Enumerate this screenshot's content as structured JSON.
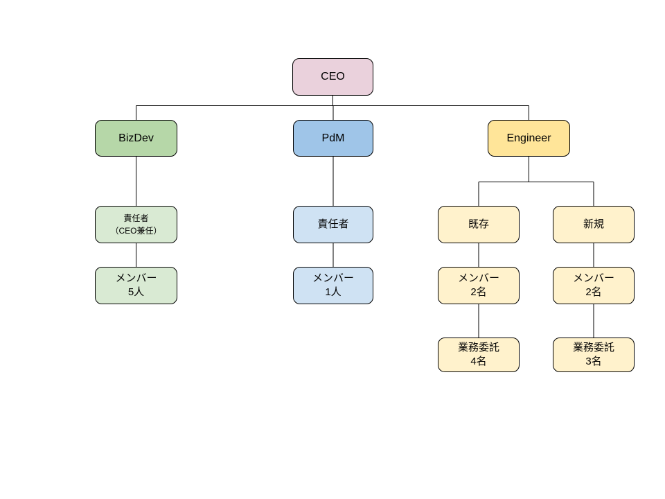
{
  "slide": {
    "background": "#ffffff"
  },
  "diagram": {
    "type": "org-chart",
    "colors": {
      "ceo_pink": "#ead1dc",
      "bizdev_green": "#b6d7a8",
      "pdm_blue": "#9fc5e8",
      "engineer_yellow": "#ffe599",
      "bizdev_sub_green": "#d9ead3",
      "pdm_sub_blue": "#cfe2f3",
      "engineer_sub_yellow": "#fff2cc",
      "border": "#000000",
      "line": "#000000"
    },
    "nodes": {
      "ceo": {
        "label": "CEO",
        "fill": "#ead1dc"
      },
      "bizdev": {
        "label": "BizDev",
        "fill": "#b6d7a8"
      },
      "pdm": {
        "label": "PdM",
        "fill": "#9fc5e8"
      },
      "engineer": {
        "label": "Engineer",
        "fill": "#ffe599"
      },
      "bizdev_lead": {
        "label": "責任者\n（CEO兼任）",
        "fill": "#d9ead3"
      },
      "bizdev_members": {
        "label": "メンバー\n5人",
        "fill": "#d9ead3"
      },
      "pdm_lead": {
        "label": "責任者",
        "fill": "#cfe2f3"
      },
      "pdm_members": {
        "label": "メンバー\n1人",
        "fill": "#cfe2f3"
      },
      "eng_existing": {
        "label": "既存",
        "fill": "#fff2cc"
      },
      "eng_new": {
        "label": "新規",
        "fill": "#fff2cc"
      },
      "eng_existing_members": {
        "label": "メンバー\n2名",
        "fill": "#fff2cc"
      },
      "eng_new_members": {
        "label": "メンバー\n2名",
        "fill": "#fff2cc"
      },
      "eng_existing_contractors": {
        "label": "業務委託\n4名",
        "fill": "#fff2cc"
      },
      "eng_new_contractors": {
        "label": "業務委託\n3名",
        "fill": "#fff2cc"
      }
    },
    "edges": [
      {
        "from": "ceo",
        "to": "bizdev"
      },
      {
        "from": "ceo",
        "to": "pdm"
      },
      {
        "from": "ceo",
        "to": "engineer"
      },
      {
        "from": "bizdev",
        "to": "bizdev_lead"
      },
      {
        "from": "bizdev_lead",
        "to": "bizdev_members"
      },
      {
        "from": "pdm",
        "to": "pdm_lead"
      },
      {
        "from": "pdm_lead",
        "to": "pdm_members"
      },
      {
        "from": "engineer",
        "to": "eng_existing"
      },
      {
        "from": "engineer",
        "to": "eng_new"
      },
      {
        "from": "eng_existing",
        "to": "eng_existing_members"
      },
      {
        "from": "eng_existing_members",
        "to": "eng_existing_contractors"
      },
      {
        "from": "eng_new",
        "to": "eng_new_members"
      },
      {
        "from": "eng_new_members",
        "to": "eng_new_contractors"
      }
    ]
  }
}
